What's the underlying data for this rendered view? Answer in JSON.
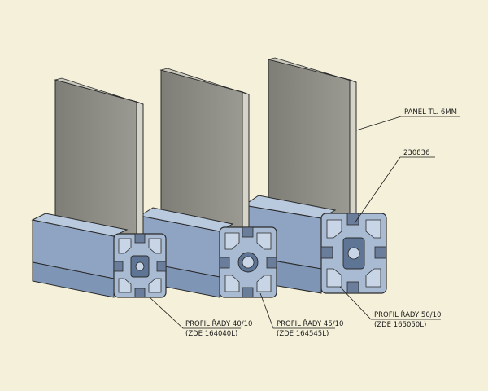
{
  "callouts": {
    "panel": "PANEL TL. 6MM",
    "part": "230836",
    "profile_40_title": "PROFIL ŘADY 40/10",
    "profile_40_code": "(ZDE 164040L)",
    "profile_45_title": "PROFIL ŘADY 45/10",
    "profile_45_code": "(ZDE 164545L)",
    "profile_50_title": "PROFIL ŘADY 50/10",
    "profile_50_code": "(ZDE 165050L)"
  },
  "colors": {
    "background": "#f4f0d9",
    "panel": "#8a8a82",
    "panel_edge": "#d6d4c8",
    "profile": "#8ea4c2",
    "profile_dark": "#5f7596",
    "profile_light": "#b9c9de",
    "outline": "#2a2a2a"
  }
}
